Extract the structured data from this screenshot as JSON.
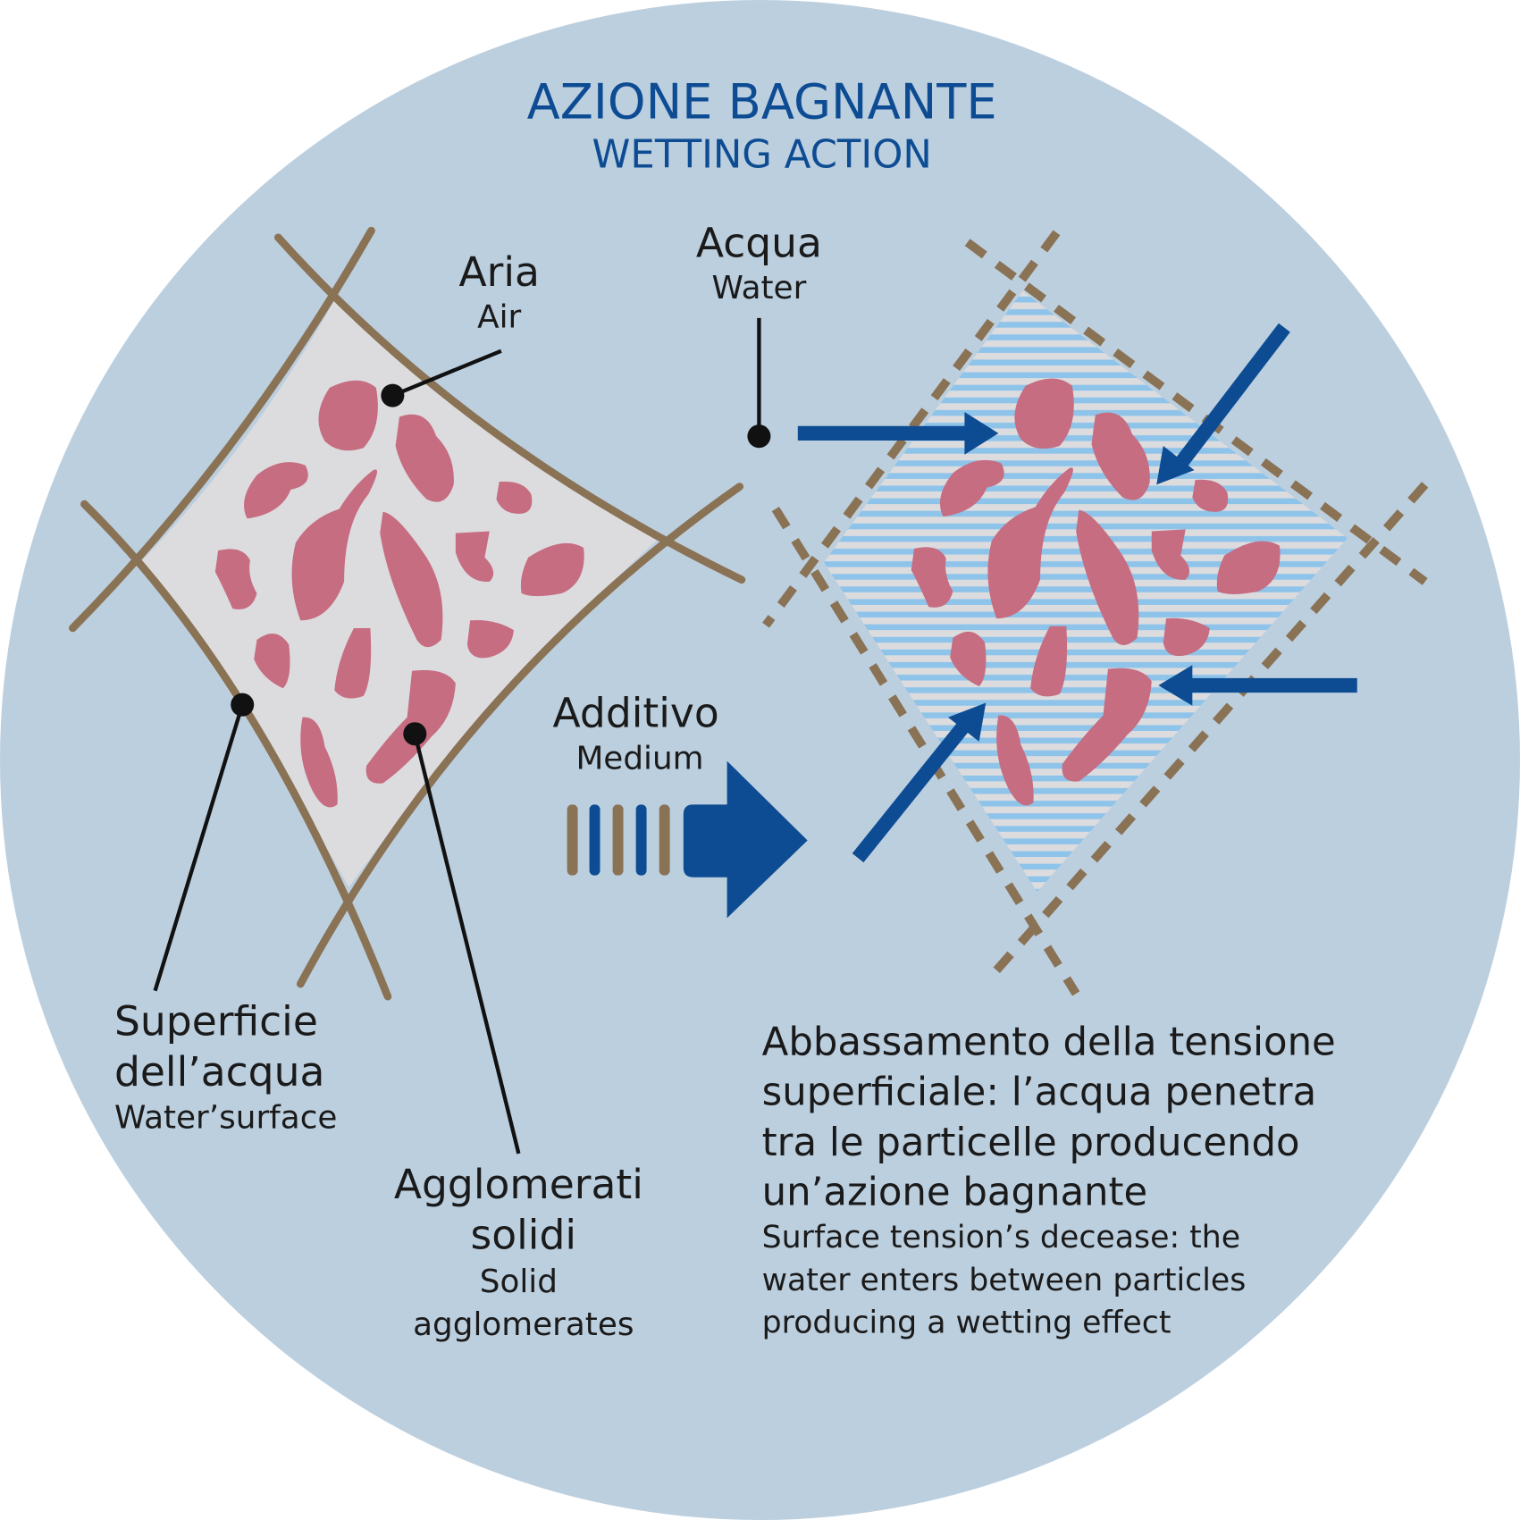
{
  "title": "AZIONE BAGNANTE",
  "subtitle": "WETTING ACTION",
  "labels": {
    "aria": "Aria",
    "air": "Air",
    "acqua": "Acqua",
    "water": "Water",
    "additivo": "Additivo",
    "medium": "Medium",
    "superficie_1": "Superficie",
    "superficie_2": "dell’acqua",
    "water_surface": "Water’surface",
    "agglomerati_1": "Agglomerati",
    "agglomerati_2": "solidi",
    "solid_1": "Solid",
    "solid_2": "agglomerates"
  },
  "description": {
    "it": [
      "Abbassamento della tensione",
      "superficiale: l’acqua penetra",
      "tra le particelle producendo",
      "un’azione bagnante"
    ],
    "en": [
      "Surface tension’s decease: the",
      "water enters between particles",
      "producing a wetting effect"
    ]
  },
  "colors": {
    "background": "#bccfdf",
    "accent_blue": "#0d4c93",
    "brown": "#8a7255",
    "particle": "#c66d81",
    "air_fill": "#dcdcdf",
    "water_stripe": "#8ec3ea"
  }
}
